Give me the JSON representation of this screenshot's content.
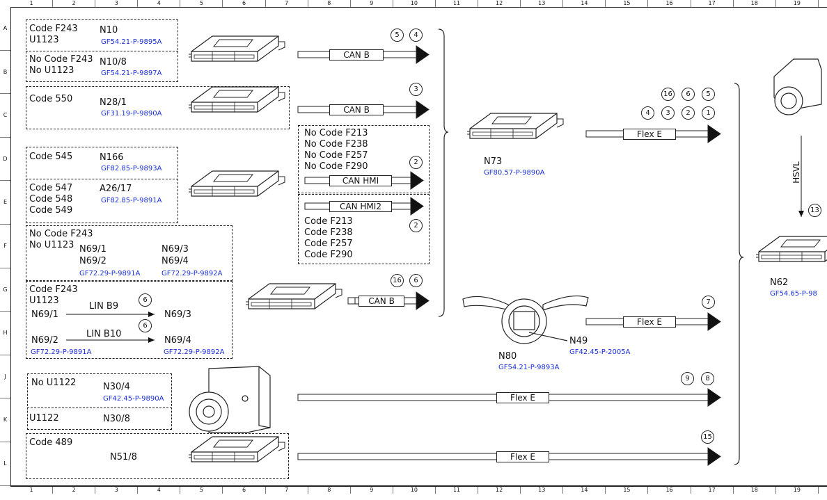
{
  "grid": {
    "columns": [
      "1",
      "2",
      "3",
      "4",
      "5",
      "6",
      "7",
      "8",
      "9",
      "10",
      "11",
      "12",
      "13",
      "14",
      "15",
      "16",
      "17",
      "18",
      "19"
    ],
    "rows": [
      "A",
      "B",
      "C",
      "D",
      "E",
      "F",
      "G",
      "H",
      "J",
      "K",
      "L"
    ]
  },
  "blocks": {
    "b1_cond": "Code F243\nU1123",
    "b1_name": "N10",
    "b1_ref": "GF54.21-P-9895A",
    "b2_cond": "No Code F243\nNo U1123",
    "b2_name": "N10/8",
    "b2_ref": "GF54.21-P-9897A",
    "b3_cond": "Code 550",
    "b3_name": "N28/1",
    "b3_ref": "GF31.19-P-9890A",
    "b4_cond": "Code 545",
    "b4_name": "N166",
    "b4_ref": "GF82.85-P-9893A",
    "b5_cond": "Code 547\nCode 548\nCode 549",
    "b5_name": "A26/17",
    "b5_ref": "GF82.85-P-9891A",
    "b6_cond": "No Code F243\nNo U1123",
    "b6_n1": "N69/1",
    "b6_n2": "N69/2",
    "b6_n3": "N69/3",
    "b6_n4": "N69/4",
    "b6_ref1": "GF72.29-P-9891A",
    "b6_ref2": "GF72.29-P-9892A",
    "b7_cond": "Code F243\nU1123",
    "b7_n1": "N69/1",
    "b7_n3": "N69/3",
    "b7_n2": "N69/2",
    "b7_n4": "N69/4",
    "b7_lin1": "LIN B9",
    "b7_lin2": "LIN B10",
    "b7_ref1": "GF72.29-P-9891A",
    "b7_ref2": "GF72.29-P-9892A",
    "b8_cond": "No U1122",
    "b8_name": "N30/4",
    "b8_ref": "GF42.45-P-9890A",
    "b9_cond": "U1122",
    "b9_name": "N30/8",
    "b10_cond": "Code 489",
    "b10_name": "N51/8",
    "hmi_cond": "No Code F213\nNo Code F238\nNo Code F257\nNo Code F290",
    "hmi2_cond": "Code F213\nCode F238\nCode F257\nCode F290"
  },
  "buses": {
    "can_b": "CAN B",
    "can_hmi": "CAN HMI",
    "can_hmi2": "CAN HMI2",
    "flex_e": "Flex E",
    "hsvl": "HSVL"
  },
  "components": {
    "n73_name": "N73",
    "n73_ref": "GF80.57-P-9890A",
    "n80_name": "N80",
    "n80_ref": "GF54.21-P-9893A",
    "n49_name": "N49",
    "n49_ref": "GF42.45-P-2005A",
    "n62_name": "N62",
    "n62_ref": "GF54.65-P-98"
  },
  "markers": {
    "m_a1": "5",
    "m_a2": "4",
    "m_c1": "3",
    "m_e1": "2",
    "m_f1": "2",
    "m_g1": "16",
    "m_g2": "6",
    "m_h1": "6",
    "m_h2": "6",
    "m_r1": "16",
    "m_r2": "6",
    "m_r3": "5",
    "m_r4": "4",
    "m_r5": "3",
    "m_r6": "2",
    "m_r7": "1",
    "m_n80": "7",
    "m_j1": "9",
    "m_j2": "8",
    "m_l1": "15",
    "m_n62": "13"
  }
}
